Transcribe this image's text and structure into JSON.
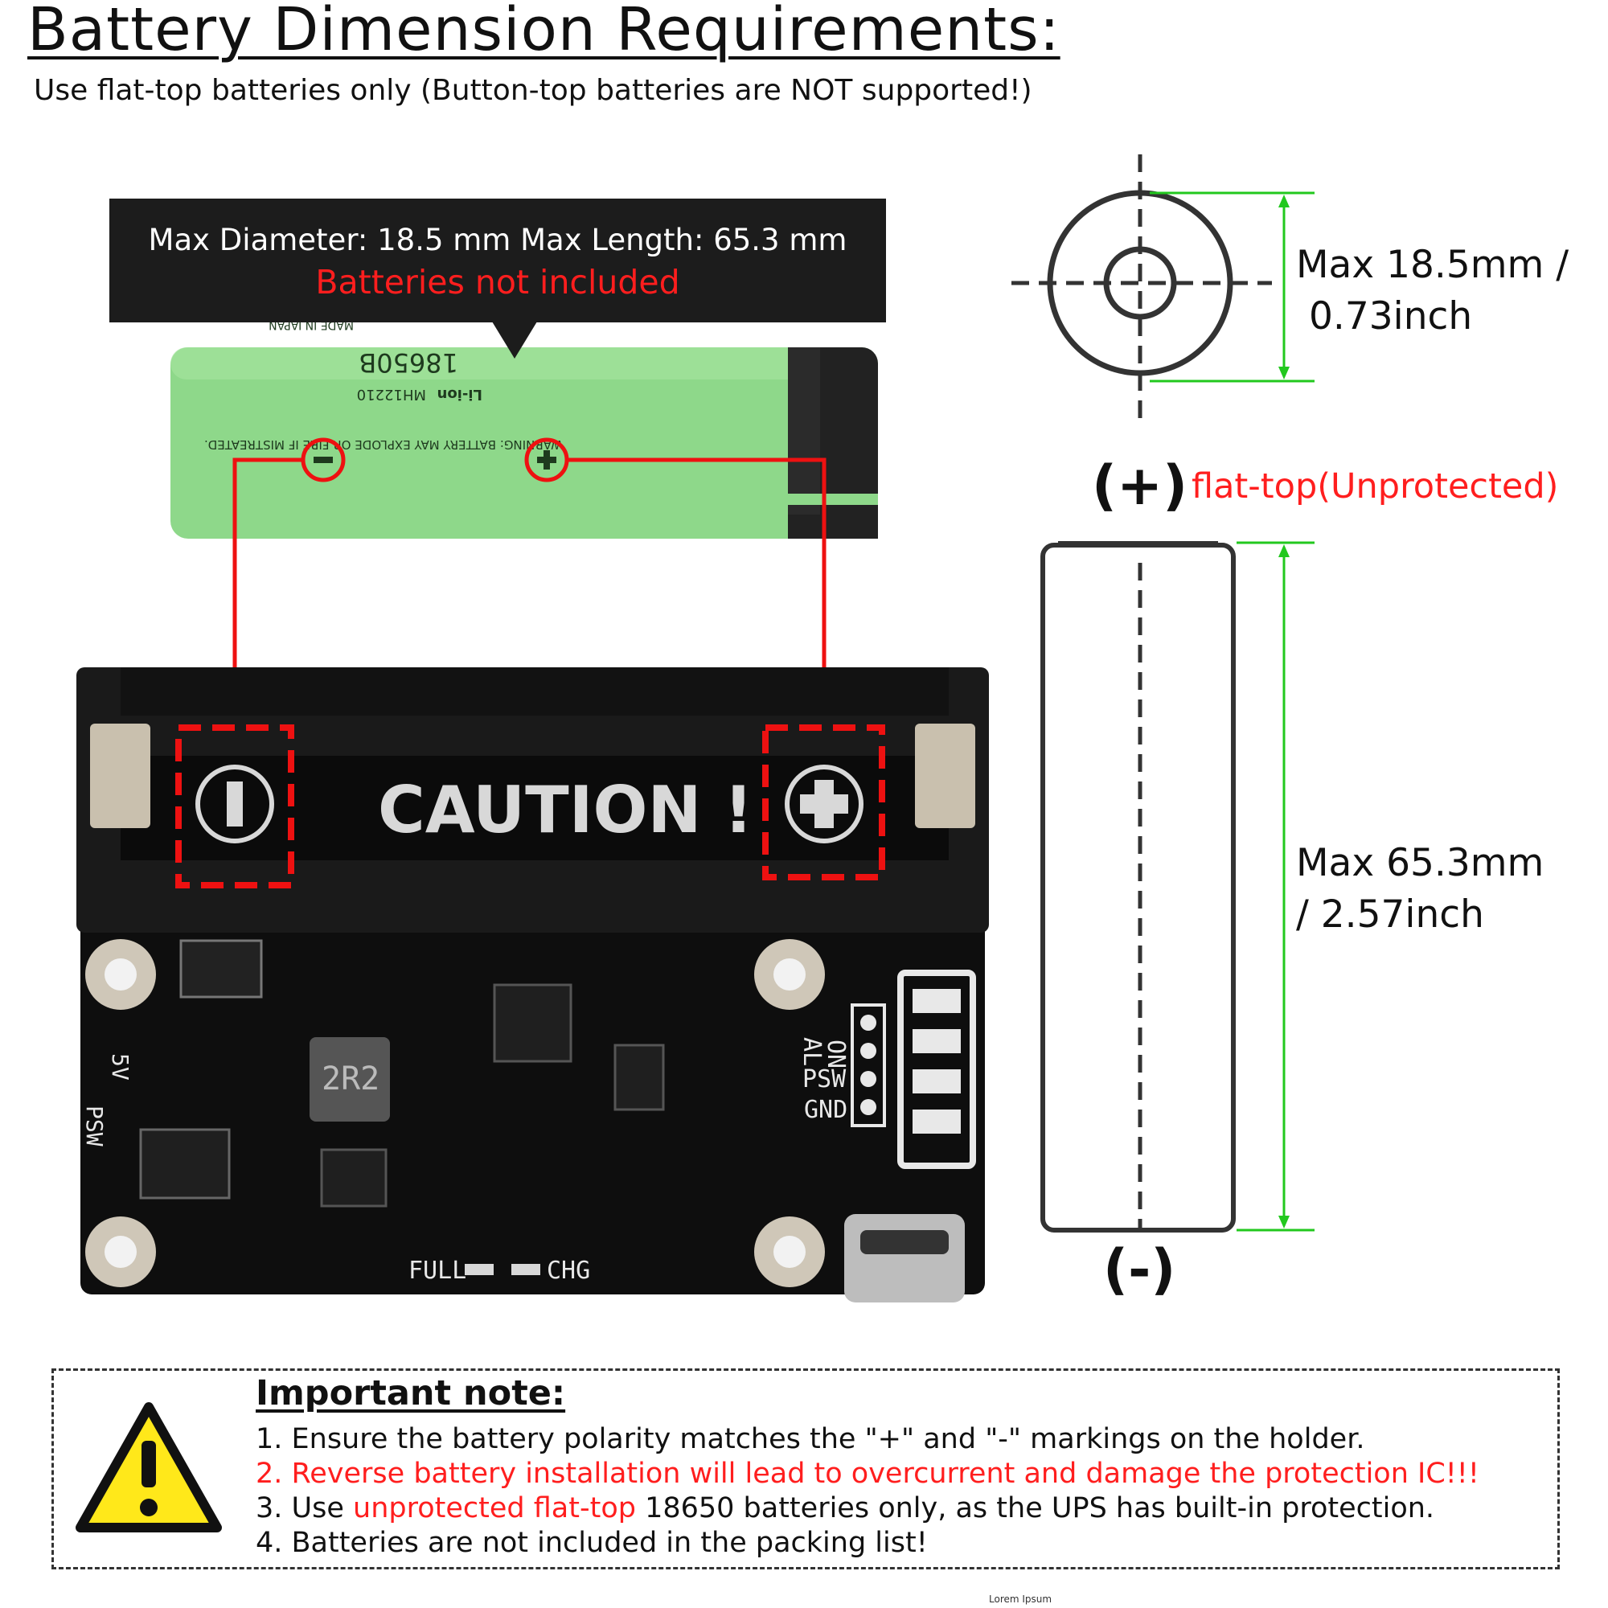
{
  "title": "Battery Dimension Requirements:",
  "subtitle": "Use flat-top batteries only (Button-top batteries are NOT supported!)",
  "callout": {
    "line1": "Max Diameter: 18.5 mm Max Length: 65.3 mm",
    "line2": "Batteries not included"
  },
  "battery_label": {
    "model": "18650B",
    "type": "Li-ion",
    "part": "MH12210",
    "warning": "WARNING: BATTERY MAY EXPLODE OR FIRE IF MISTREATED.",
    "made_in": "MADE IN JAPAN"
  },
  "holder": {
    "caution": "CAUTION !",
    "labels": [
      "AL",
      "ON",
      "PSW",
      "GND"
    ],
    "side_labels": [
      "5V",
      "PSW"
    ],
    "inductor": "2R2",
    "full_label": "FULL",
    "chg_label": "CHG"
  },
  "diameter": {
    "line1": "Max 18.5mm /",
    "line2": "0.73inch"
  },
  "length": {
    "line1": "Max 65.3mm",
    "line2": "/ 2.57inch"
  },
  "plus_label": "(+)",
  "flat_top_label": "flat-top(Unprotected)",
  "minus_label": "(-)",
  "note": {
    "title": "Important note:",
    "item1": "1. Ensure the battery polarity matches the \"+\" and \"-\" markings on the holder.",
    "item2": "2. Reverse battery installation will lead to overcurrent and damage the protection IC!!!",
    "item3_pre": "3. Use ",
    "item3_red": "unprotected flat-top",
    "item3_post": " 18650 batteries only, as the UPS has built-in protection.",
    "item4": "4. Batteries are not included in the packing list!"
  },
  "footer": "Lorem Ipsum",
  "colors": {
    "accent_red": "#ff1e1e",
    "dimension_green": "#22c81e",
    "battery_green": "#8ed88a",
    "pcb_black": "#0e0e0e"
  }
}
